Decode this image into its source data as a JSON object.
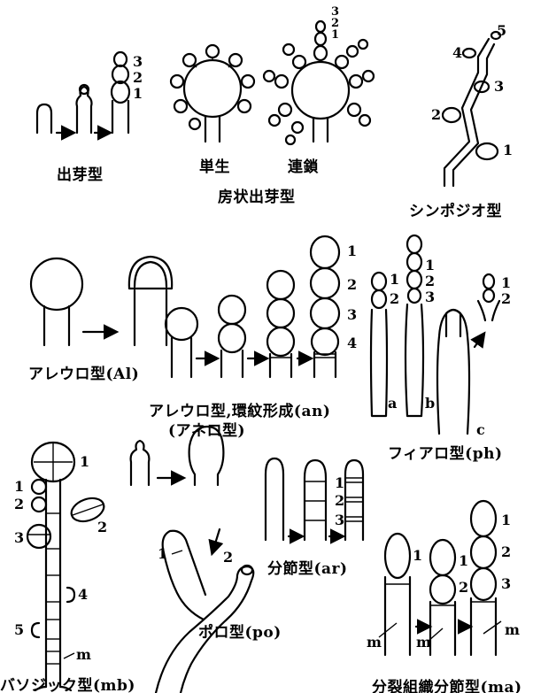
{
  "figures": {
    "budding": {
      "label": "出芽型",
      "numbers": [
        "3",
        "2",
        "1"
      ]
    },
    "botryose": {
      "label": "房状出芽型",
      "single": "単生",
      "chain": "連鎖",
      "numbers": [
        "3",
        "2",
        "1"
      ]
    },
    "sympodial": {
      "label": "シンポジオ型",
      "numbers": [
        "5",
        "4",
        "3",
        "2",
        "1"
      ]
    },
    "aleurio": {
      "label": "アレウロ型(Al)"
    },
    "annellide": {
      "label": "アレウロ型,環紋形成(an)",
      "sublabel": "(アネロ型)",
      "numbers": [
        "1",
        "2",
        "3",
        "4"
      ]
    },
    "phialide": {
      "label": "フィアロ型(ph)",
      "numbers_a": [
        "1",
        "2"
      ],
      "numbers_b": [
        "1",
        "2",
        "3"
      ],
      "numbers_c": [
        "1",
        "2"
      ],
      "letters": [
        "a",
        "b",
        "c"
      ]
    },
    "basauxic": {
      "label": "バソジック型(mb)",
      "numbers": [
        "1",
        "1",
        "2",
        "2",
        "3",
        "4",
        "5"
      ],
      "marker": "m"
    },
    "porogenous": {
      "label": "ポロ型(po)",
      "numbers": [
        "1",
        "2"
      ]
    },
    "arthric": {
      "label": "分節型(ar)",
      "numbers": [
        "1",
        "2",
        "3"
      ]
    },
    "meristem": {
      "label": "分裂組織分節型(ma)",
      "numbers": [
        "1",
        "1",
        "2",
        "1",
        "2",
        "3"
      ],
      "marker": "m"
    }
  }
}
